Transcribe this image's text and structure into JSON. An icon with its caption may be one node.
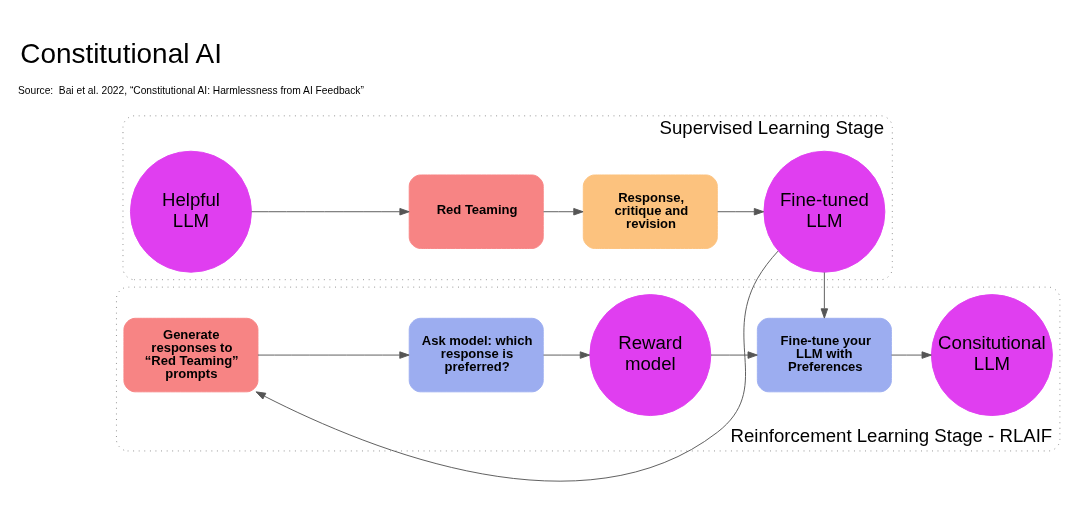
{
  "diagram": {
    "title": "Constitutional AI",
    "caption": "Source:  Bai et al. 2022, “Constitutional AI: Harmlessness from AI Feedback”",
    "nodes": [
      {
        "text": [
          "Supervised Learning Stage"
        ]
      },
      {
        "text": [
          "Helpful LLM"
        ],
        "in": 0
      },
      {
        "text": [
          "Red Teaming"
        ],
        "in": 0
      },
      {
        "text": [
          "Response, critique and revision"
        ],
        "in": 0
      },
      {
        "text": [
          "Fine-tuned LLM"
        ],
        "in": 0
      },
      {
        "text": [
          "Reinforcement Learning Stage - RLAIF"
        ]
      },
      {
        "text": [
          "Generate responses to “Red Teaming” prompts"
        ],
        "in": 5
      },
      {
        "text": [
          "Ask model: which response is preferred?"
        ],
        "in": 5
      },
      {
        "text": [
          "Reward model"
        ],
        "in": 5
      },
      {
        "text": [
          "Fine-tune your LLM with Preferences"
        ],
        "in": 5
      },
      {
        "text": [
          "Consitutional LLM"
        ],
        "in": 5
      }
    ],
    "edges": [
      {
        "from": 1,
        "to": 2,
        "arrow": "to"
      },
      {
        "from": 2,
        "to": 3,
        "arrow": "to"
      },
      {
        "from": 3,
        "to": 4,
        "arrow": "to"
      },
      {
        "from": 4,
        "to": 6,
        "arrow": "to"
      },
      {
        "from": 4,
        "to": 9,
        "arrow": "to"
      },
      {
        "from": 6,
        "to": 7,
        "arrow": "to"
      },
      {
        "from": 7,
        "to": 8,
        "arrow": "to"
      },
      {
        "from": 8,
        "to": 9,
        "arrow": "to"
      },
      {
        "from": 9,
        "to": 10,
        "arrow": "to"
      }
    ]
  }
}
